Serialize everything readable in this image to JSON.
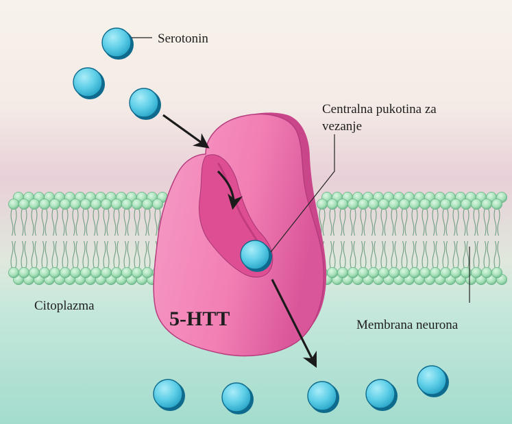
{
  "labels": {
    "serotonin": "Serotonin",
    "binding_site_line1": "Centralna pukotina za",
    "binding_site_line2": "vezanje",
    "cytoplasm": "Citoplazma",
    "membrane": "Membrana neurona",
    "transporter": "5-HTT"
  },
  "colors": {
    "extracellular_top": "#f7f3ea",
    "extracellular_mid": "#f3e6e2",
    "extracellular_band": "#e8d0d8",
    "cytoplasm": "#bfe3d9",
    "cytoplasm_deep": "#8fd2c6",
    "lipid_head": "#a6e0b8",
    "lipid_head_edge": "#6ab489",
    "lipid_tail": "#6e9d80",
    "protein": "#f27fb4",
    "protein_edge": "#b63c7e",
    "protein_pocket": "#dd4f92",
    "serotonin_fill": "#5fcfe8",
    "serotonin_edge": "#0f6b8e",
    "arrow": "#1b1b1b"
  },
  "icons": {
    "serotonin_molecule": "serotonin-molecule-icon",
    "flow_arrow": "arrow-icon"
  }
}
